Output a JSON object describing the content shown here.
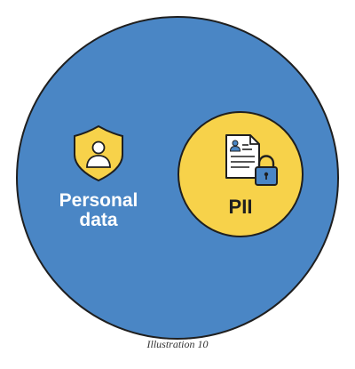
{
  "diagram": {
    "outer": {
      "label_line1": "Personal",
      "label_line2": "data",
      "icon": "shield-user-icon"
    },
    "inner": {
      "label": "PII",
      "icon": "document-lock-icon"
    }
  },
  "caption": "Illustration 10",
  "colors": {
    "outer_fill": "#4a86c5",
    "inner_fill": "#f7d24a",
    "outline": "#1f1f1f",
    "white": "#ffffff"
  }
}
